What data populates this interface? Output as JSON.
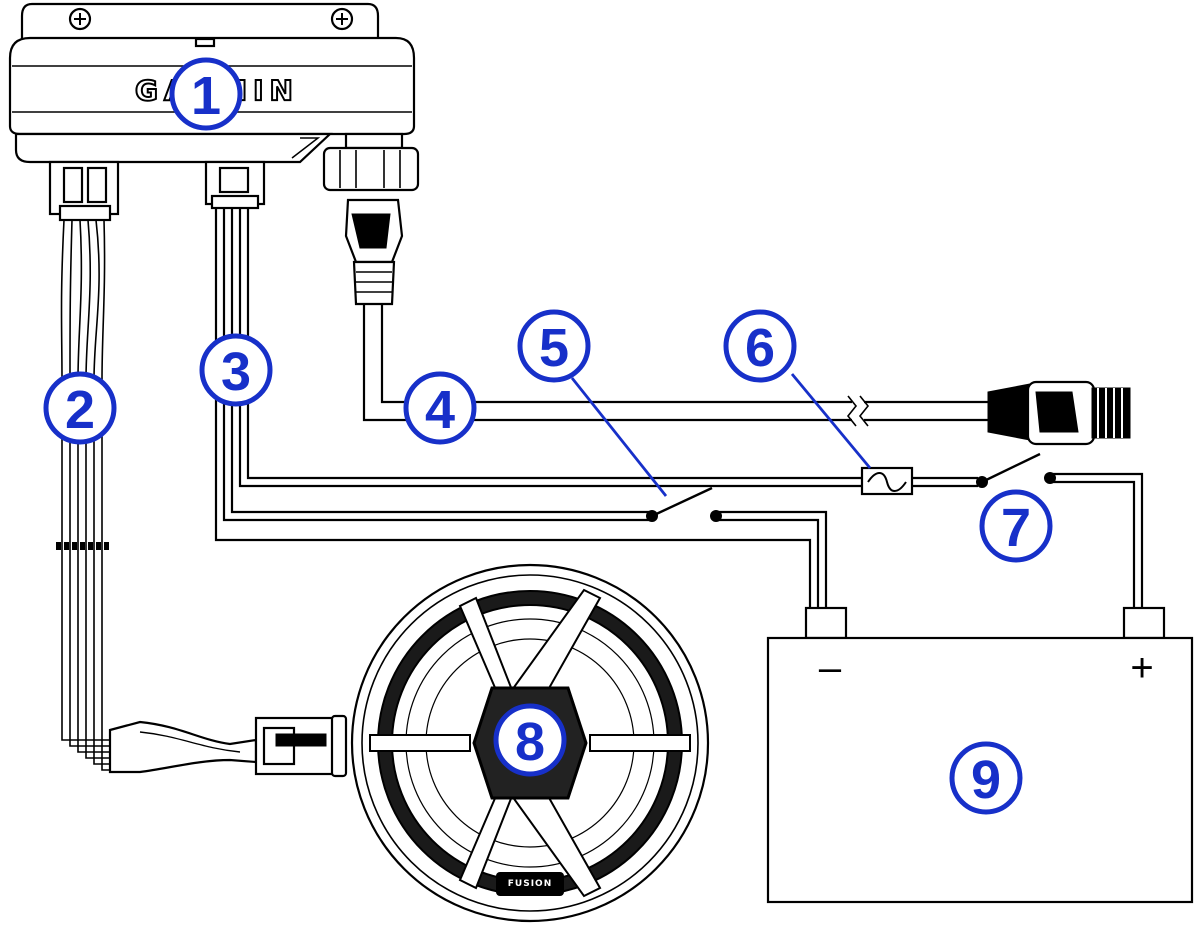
{
  "diagram": {
    "device_brand": "GARMIN",
    "speaker_logo": "FUSION",
    "callouts": [
      "1",
      "2",
      "3",
      "4",
      "5",
      "6",
      "7",
      "8",
      "9"
    ],
    "battery_terminals": {
      "negative": "–",
      "positive": "+"
    },
    "colors": {
      "callout": "#1730c9",
      "line": "#000000",
      "background": "#ffffff"
    },
    "icons": [
      "screw-icon",
      "fuse-icon",
      "switch-icon",
      "nmea2000-connector-icon"
    ]
  }
}
